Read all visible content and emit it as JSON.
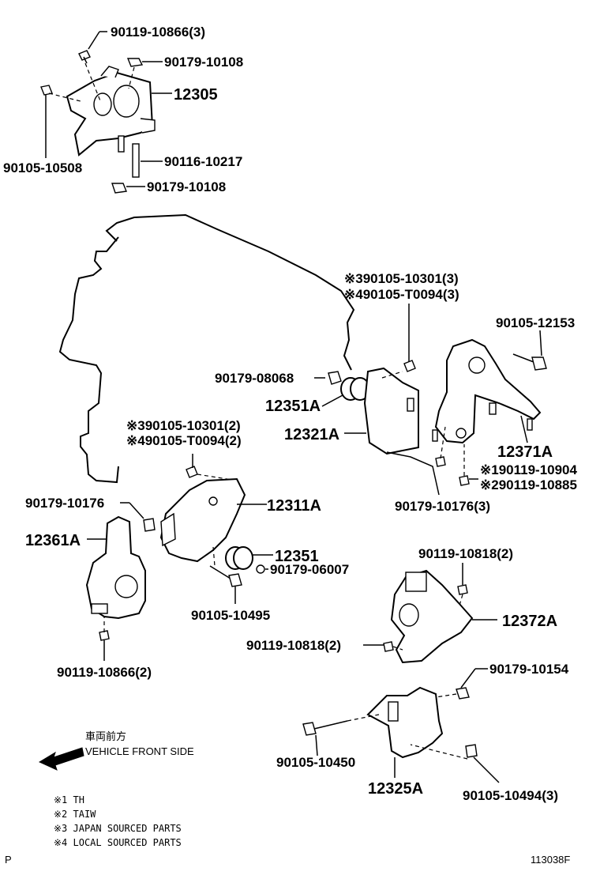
{
  "labels": {
    "p_90119_10866_3": "90119-10866(3)",
    "p_90179_10108_a": "90179-10108",
    "p_12305": "12305",
    "p_90105_10508": "90105-10508",
    "p_90116_10217": "90116-10217",
    "p_90179_10108_b": "90179-10108",
    "p_90105_10301_3": "※390105-10301(3)",
    "p_90105_t0094_3": "※490105-T0094(3)",
    "p_90105_12153": "90105-12153",
    "p_90179_08068": "90179-08068",
    "p_12351a": "12351A",
    "p_12321a": "12321A",
    "p_12371a": "12371A",
    "p_90119_10904": "※190119-10904",
    "p_90119_10885": "※290119-10885",
    "p_90179_10176_3": "90179-10176(3)",
    "p_90105_10301_2": "※390105-10301(2)",
    "p_90105_t0094_2": "※490105-T0094(2)",
    "p_90179_10176": "90179-10176",
    "p_12311a": "12311A",
    "p_12361a": "12361A",
    "p_12351": "12351",
    "p_90179_06007": "90179-06007",
    "p_90105_10495": "90105-10495",
    "p_90119_10818_a": "90119-10818(2)",
    "p_12372a": "12372A",
    "p_90119_10818_b": "90119-10818(2)",
    "p_90119_10866_2": "90119-10866(2)",
    "p_90179_10154": "90179-10154",
    "p_90105_10450": "90105-10450",
    "p_12325a": "12325A",
    "p_90105_10494_3": "90105-10494(3)"
  },
  "direction": {
    "japanese": "車両前方",
    "english": "VEHICLE FRONT SIDE"
  },
  "notes": [
    "※1 TH",
    "※2 TAIW",
    "※3 JAPAN SOURCED PARTS",
    "※4 LOCAL SOURCED PARTS"
  ],
  "footer": {
    "left": "P",
    "right": "113038F"
  }
}
